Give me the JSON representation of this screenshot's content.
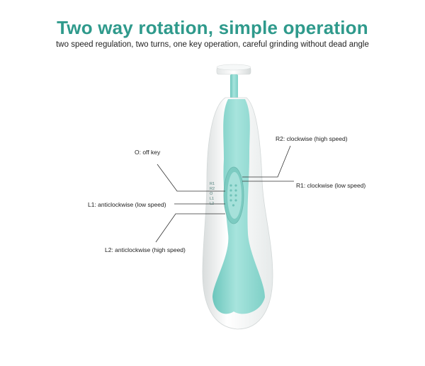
{
  "heading": {
    "title": "Two way rotation, simple operation",
    "subtitle": "two speed regulation, two turns, one key operation, careful grinding without dead angle"
  },
  "labels": {
    "off_key": "O: off key",
    "l1": "L1: anticlockwise (low speed)",
    "l2": "L2: anticlockwise (high speed)",
    "r2": "R2: clockwise (high speed)",
    "r1": "R1: clockwise  (low speed)"
  },
  "switch_marks": {
    "top": "R1",
    "upper": "R2",
    "middle": "O",
    "lower": "L1",
    "bottom": "L2"
  },
  "colors": {
    "title": "#2f9a8c",
    "device_accent": "#8fd8d0",
    "device_body": "#f4f6f6"
  }
}
